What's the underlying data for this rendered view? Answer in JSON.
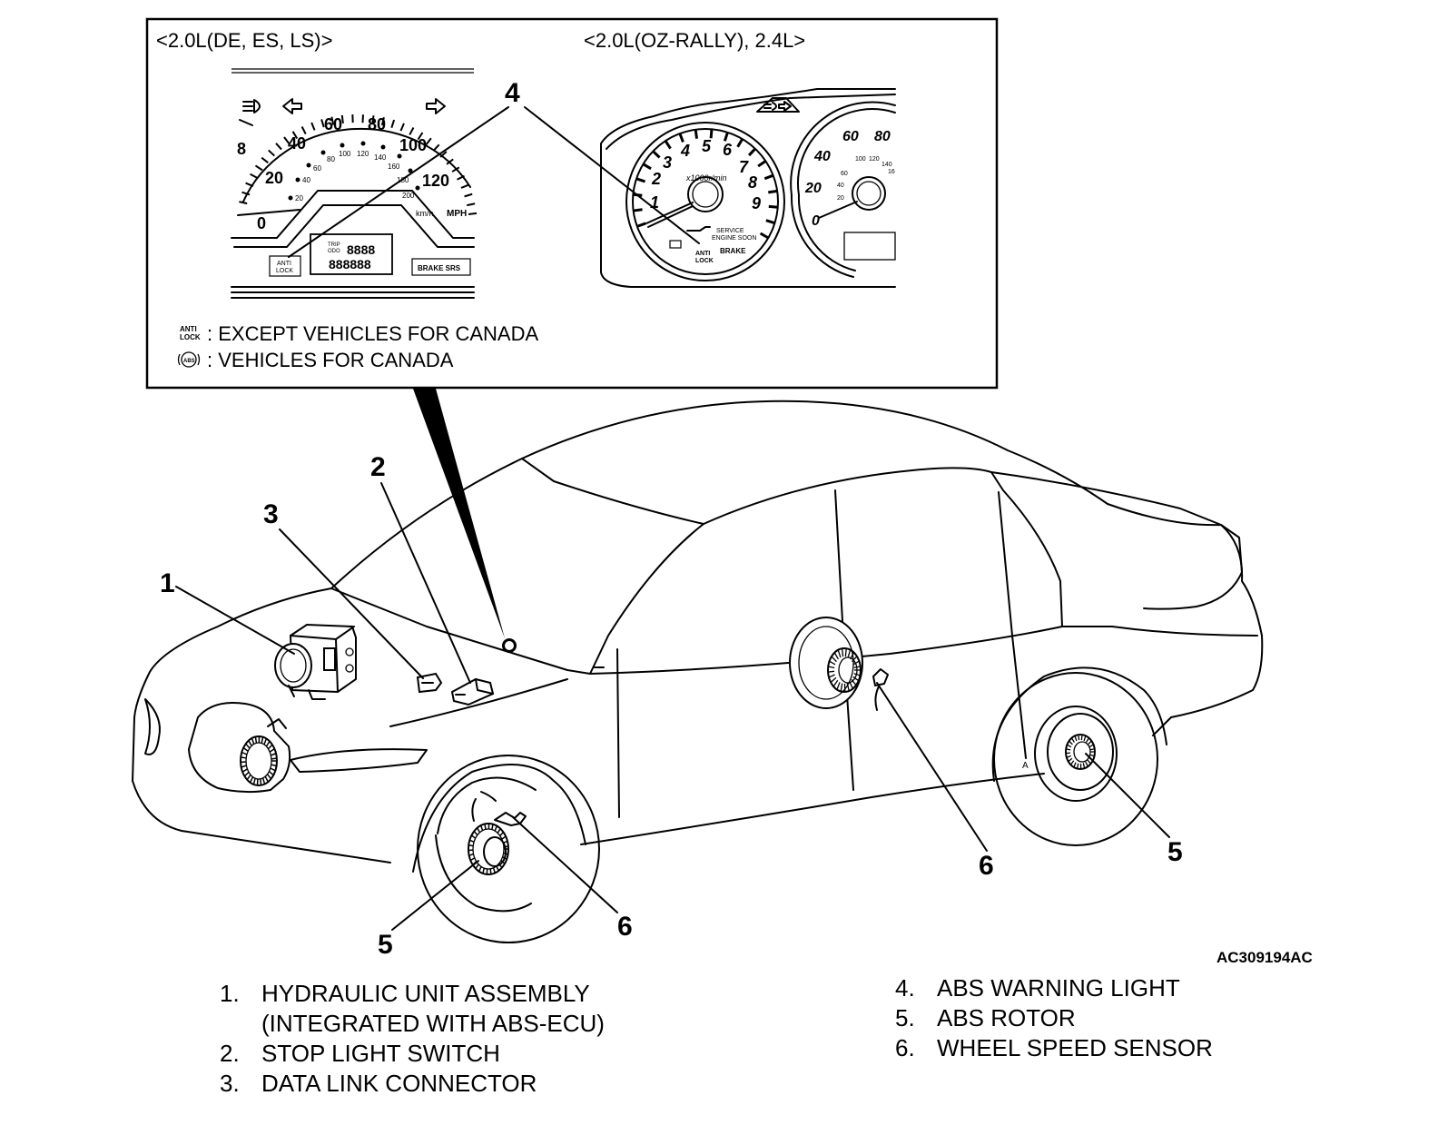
{
  "inset": {
    "variant_left": "<2.0L(DE, ES, LS)>",
    "variant_right": "<2.0L(OZ-RALLY), 2.4L>",
    "note_except": ": EXCEPT VEHICLES FOR CANADA",
    "note_canada": ": VEHICLES FOR CANADA",
    "note_icon_anti": "ANTI",
    "note_icon_lock": "LOCK",
    "note_icon_abs": "ABS",
    "speedo": {
      "ticks": [
        "0",
        "20",
        "40",
        "60",
        "80",
        "100",
        "120"
      ],
      "kmh_ticks": [
        "20",
        "40",
        "60",
        "80",
        "100",
        "120",
        "140",
        "160",
        "180",
        "200"
      ],
      "unit_kmh": "km/h",
      "unit_mph": "MPH",
      "fuel_mark": "8",
      "odo_top": "8888",
      "odo_bottom": "888888",
      "odo_trip": "TRIP",
      "odo_odo": "ODO",
      "lamp_anti": "ANTI",
      "lamp_lock": "LOCK",
      "lamp_brake_srs": "BRAKE  SRS"
    },
    "tacho": {
      "ticks": [
        "1",
        "2",
        "3",
        "4",
        "5",
        "6",
        "7",
        "8",
        "9"
      ],
      "unit": "x1000r/min",
      "service": "SERVICE",
      "engine_soon": "ENGINE SOON",
      "anti": "ANTI",
      "lock": "LOCK",
      "brake": "BRAKE"
    },
    "speedo2": {
      "ticks": [
        "0",
        "20",
        "40",
        "60",
        "80"
      ],
      "small_ticks": [
        "20",
        "40",
        "60",
        "100",
        "120",
        "140",
        "16"
      ]
    }
  },
  "callouts": {
    "c1": "1",
    "c2": "2",
    "c3": "3",
    "c4": "4",
    "c5a": "5",
    "c5b": "5",
    "c6a": "6",
    "c6b": "6"
  },
  "figure_id": "AC309194AC",
  "legend": {
    "left": [
      {
        "num": "1.",
        "text": "HYDRAULIC UNIT ASSEMBLY",
        "cont": "(INTEGRATED WITH ABS-ECU)"
      },
      {
        "num": "2.",
        "text": "STOP LIGHT SWITCH"
      },
      {
        "num": "3.",
        "text": "DATA LINK CONNECTOR"
      }
    ],
    "right": [
      {
        "num": "4.",
        "text": "ABS WARNING LIGHT"
      },
      {
        "num": "5.",
        "text": "ABS ROTOR"
      },
      {
        "num": "6.",
        "text": "WHEEL SPEED SENSOR"
      }
    ]
  }
}
